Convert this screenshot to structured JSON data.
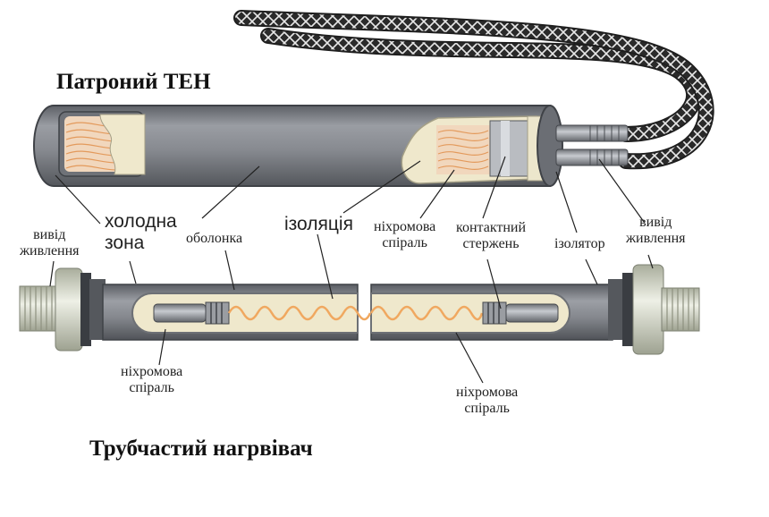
{
  "titles": {
    "cartridge": "Патроний ТЕН",
    "tubular": "Трубчастий нагрвівач"
  },
  "labels": {
    "cold_zone_1": "холодна",
    "cold_zone_2": "зона",
    "sheath": "оболонка",
    "insulation": "ізоляція",
    "nichrome_top_1": "ніхромова",
    "nichrome_top_2": "спіраль",
    "contact_rod_1": "контактний",
    "contact_rod_2": "стержень",
    "insulator": "ізолятор",
    "power_lead_right_1": "вивід",
    "power_lead_right_2": "живлення",
    "power_lead_left_1": "вивід",
    "power_lead_left_2": "живлення",
    "nichrome_bottom_left_1": "ніхромова",
    "nichrome_bottom_left_2": "спіраль",
    "nichrome_bottom_right_1": "ніхромова",
    "nichrome_bottom_right_2": "спіраль"
  },
  "colors": {
    "tube": "#8a8d93",
    "tube_dark": "#5d6066",
    "insulation": "#efe8cc",
    "coil": "#f0a860",
    "coil_fill": "#f3d2b4",
    "thread": "#d9dccf"
  }
}
